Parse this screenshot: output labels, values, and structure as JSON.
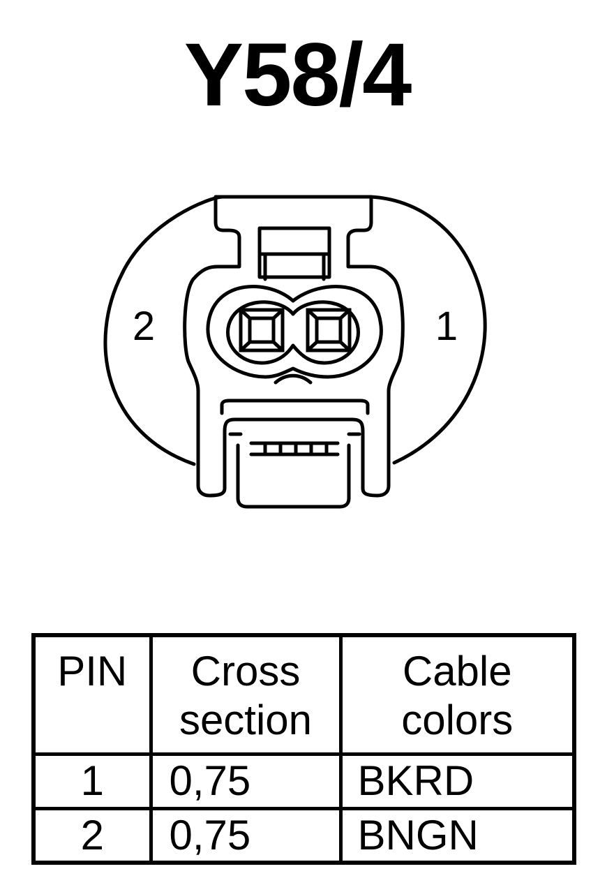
{
  "title": "Y58/4",
  "connector": {
    "pin_labels": {
      "left": "2",
      "right": "1"
    }
  },
  "table": {
    "headers": [
      {
        "lines": [
          "PIN"
        ]
      },
      {
        "lines": [
          "Cross",
          "section"
        ]
      },
      {
        "lines": [
          "Cable",
          "colors"
        ]
      }
    ],
    "rows": [
      {
        "pin": "1",
        "cross_section": "0,75",
        "cable_colors": "BKRD"
      },
      {
        "pin": "2",
        "cross_section": "0,75",
        "cable_colors": "BNGN"
      }
    ]
  }
}
